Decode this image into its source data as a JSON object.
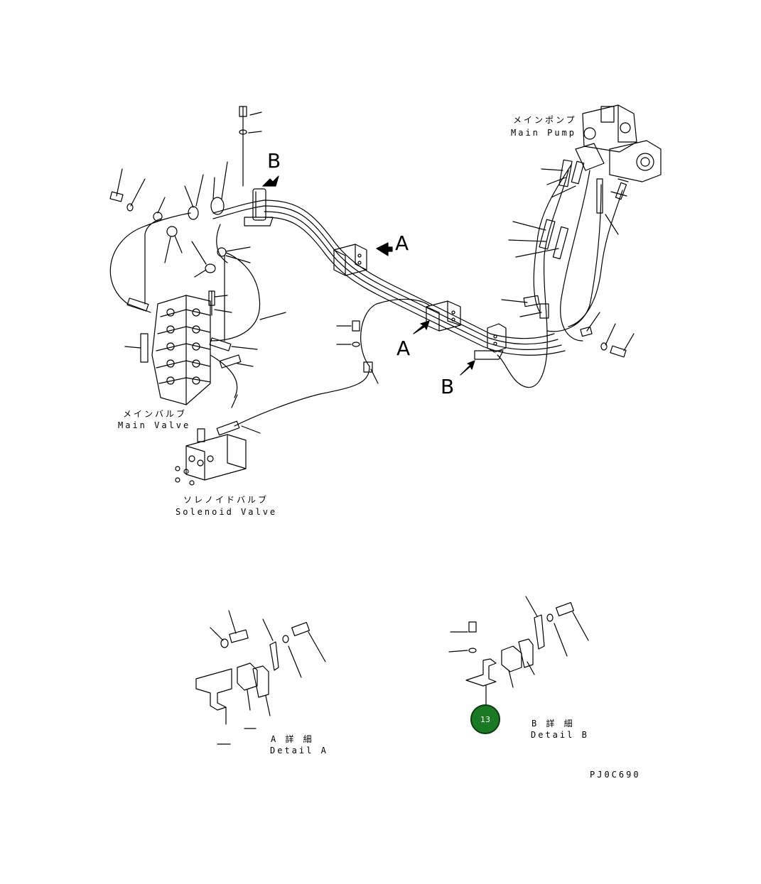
{
  "labels": {
    "main_pump_jp": "メインポンプ",
    "main_pump_en": "Main Pump",
    "main_valve_jp": "メインバルブ",
    "main_valve_en": "Main Valve",
    "solenoid_valve_jp": "ソレノイドバルブ",
    "solenoid_valve_en": "Solenoid Valve",
    "view_a_upper": "A",
    "view_a_lower": "A",
    "view_b_upper": "B",
    "view_b_lower": "B",
    "detail_a_jp": "A 詳 細",
    "detail_a_en": "Detail A",
    "detail_b_jp": "B 詳 細",
    "detail_b_en": "Detail B",
    "drawing_code": "PJ0C690"
  },
  "callout": {
    "number": "13",
    "color": "#1a7a23"
  }
}
